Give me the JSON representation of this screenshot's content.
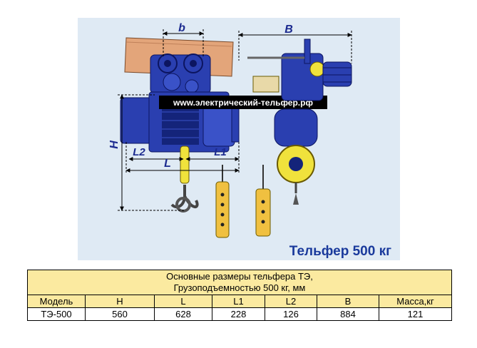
{
  "diagram": {
    "website": "www.электрический-тельфер.рф",
    "title": "Тельфер 500 кг",
    "dimension_labels": {
      "b": "b",
      "B": "B",
      "H": "H",
      "L": "L",
      "L1": "L1",
      "L2": "L2"
    },
    "colors": {
      "background": "#dfeaf4",
      "hoist_body": "#2a3fb0",
      "beam": "#e3a57a",
      "hook_block": "#f0e23c",
      "url_band": "#000000"
    }
  },
  "table": {
    "caption_line1": "Основные размеры тельфера ТЭ,",
    "caption_line2": "Грузоподъемностью 500 кг, мм",
    "headers": [
      "Модель",
      "H",
      "L",
      "L1",
      "L2",
      "B",
      "Масса,кг"
    ],
    "rows": [
      [
        "ТЭ-500",
        "560",
        "628",
        "228",
        "126",
        "884",
        "121"
      ]
    ]
  }
}
